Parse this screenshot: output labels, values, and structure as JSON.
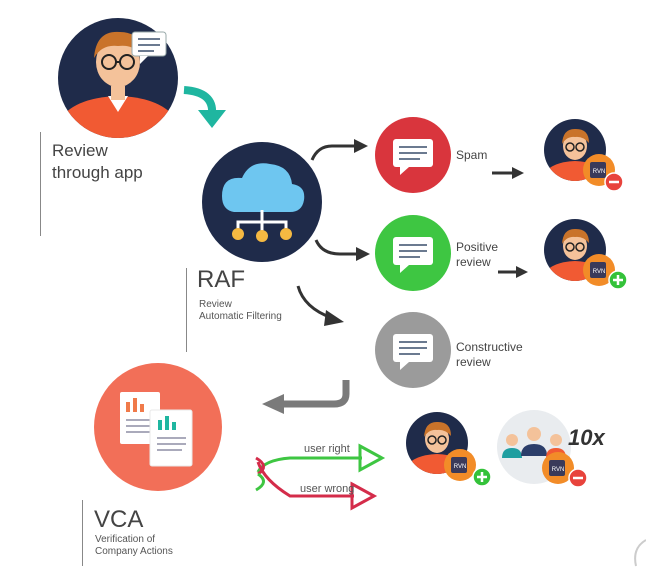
{
  "steps": {
    "review": {
      "line1": "Review",
      "line2": "through app"
    },
    "raf": {
      "title": "RAF",
      "sub1": "Review",
      "sub2": "Automatic Filtering"
    },
    "vca": {
      "title": "VCA",
      "sub1": "Verification of",
      "sub2": "Company Actions"
    }
  },
  "categories": {
    "spam": "Spam",
    "positive": {
      "line1": "Positive",
      "line2": "review"
    },
    "constructive": {
      "line1": "Constructive",
      "line2": "review"
    }
  },
  "outcomes": {
    "user_right": "user right",
    "user_wrong": "user wrong",
    "multiplier": "10x"
  },
  "token_label": "RVN",
  "colors": {
    "teal": "#1fb6a0",
    "navy": "#1f2b4a",
    "spam_red": "#d9353d",
    "positive_green": "#3ec642",
    "neutral_grey": "#9b9b9b",
    "vca_orange": "#f26f58",
    "token_orange": "#f28c28",
    "minus_red": "#e8433c",
    "plus_green": "#34c23a",
    "wrong_red": "#d42c4a",
    "right_green": "#3ec642"
  }
}
